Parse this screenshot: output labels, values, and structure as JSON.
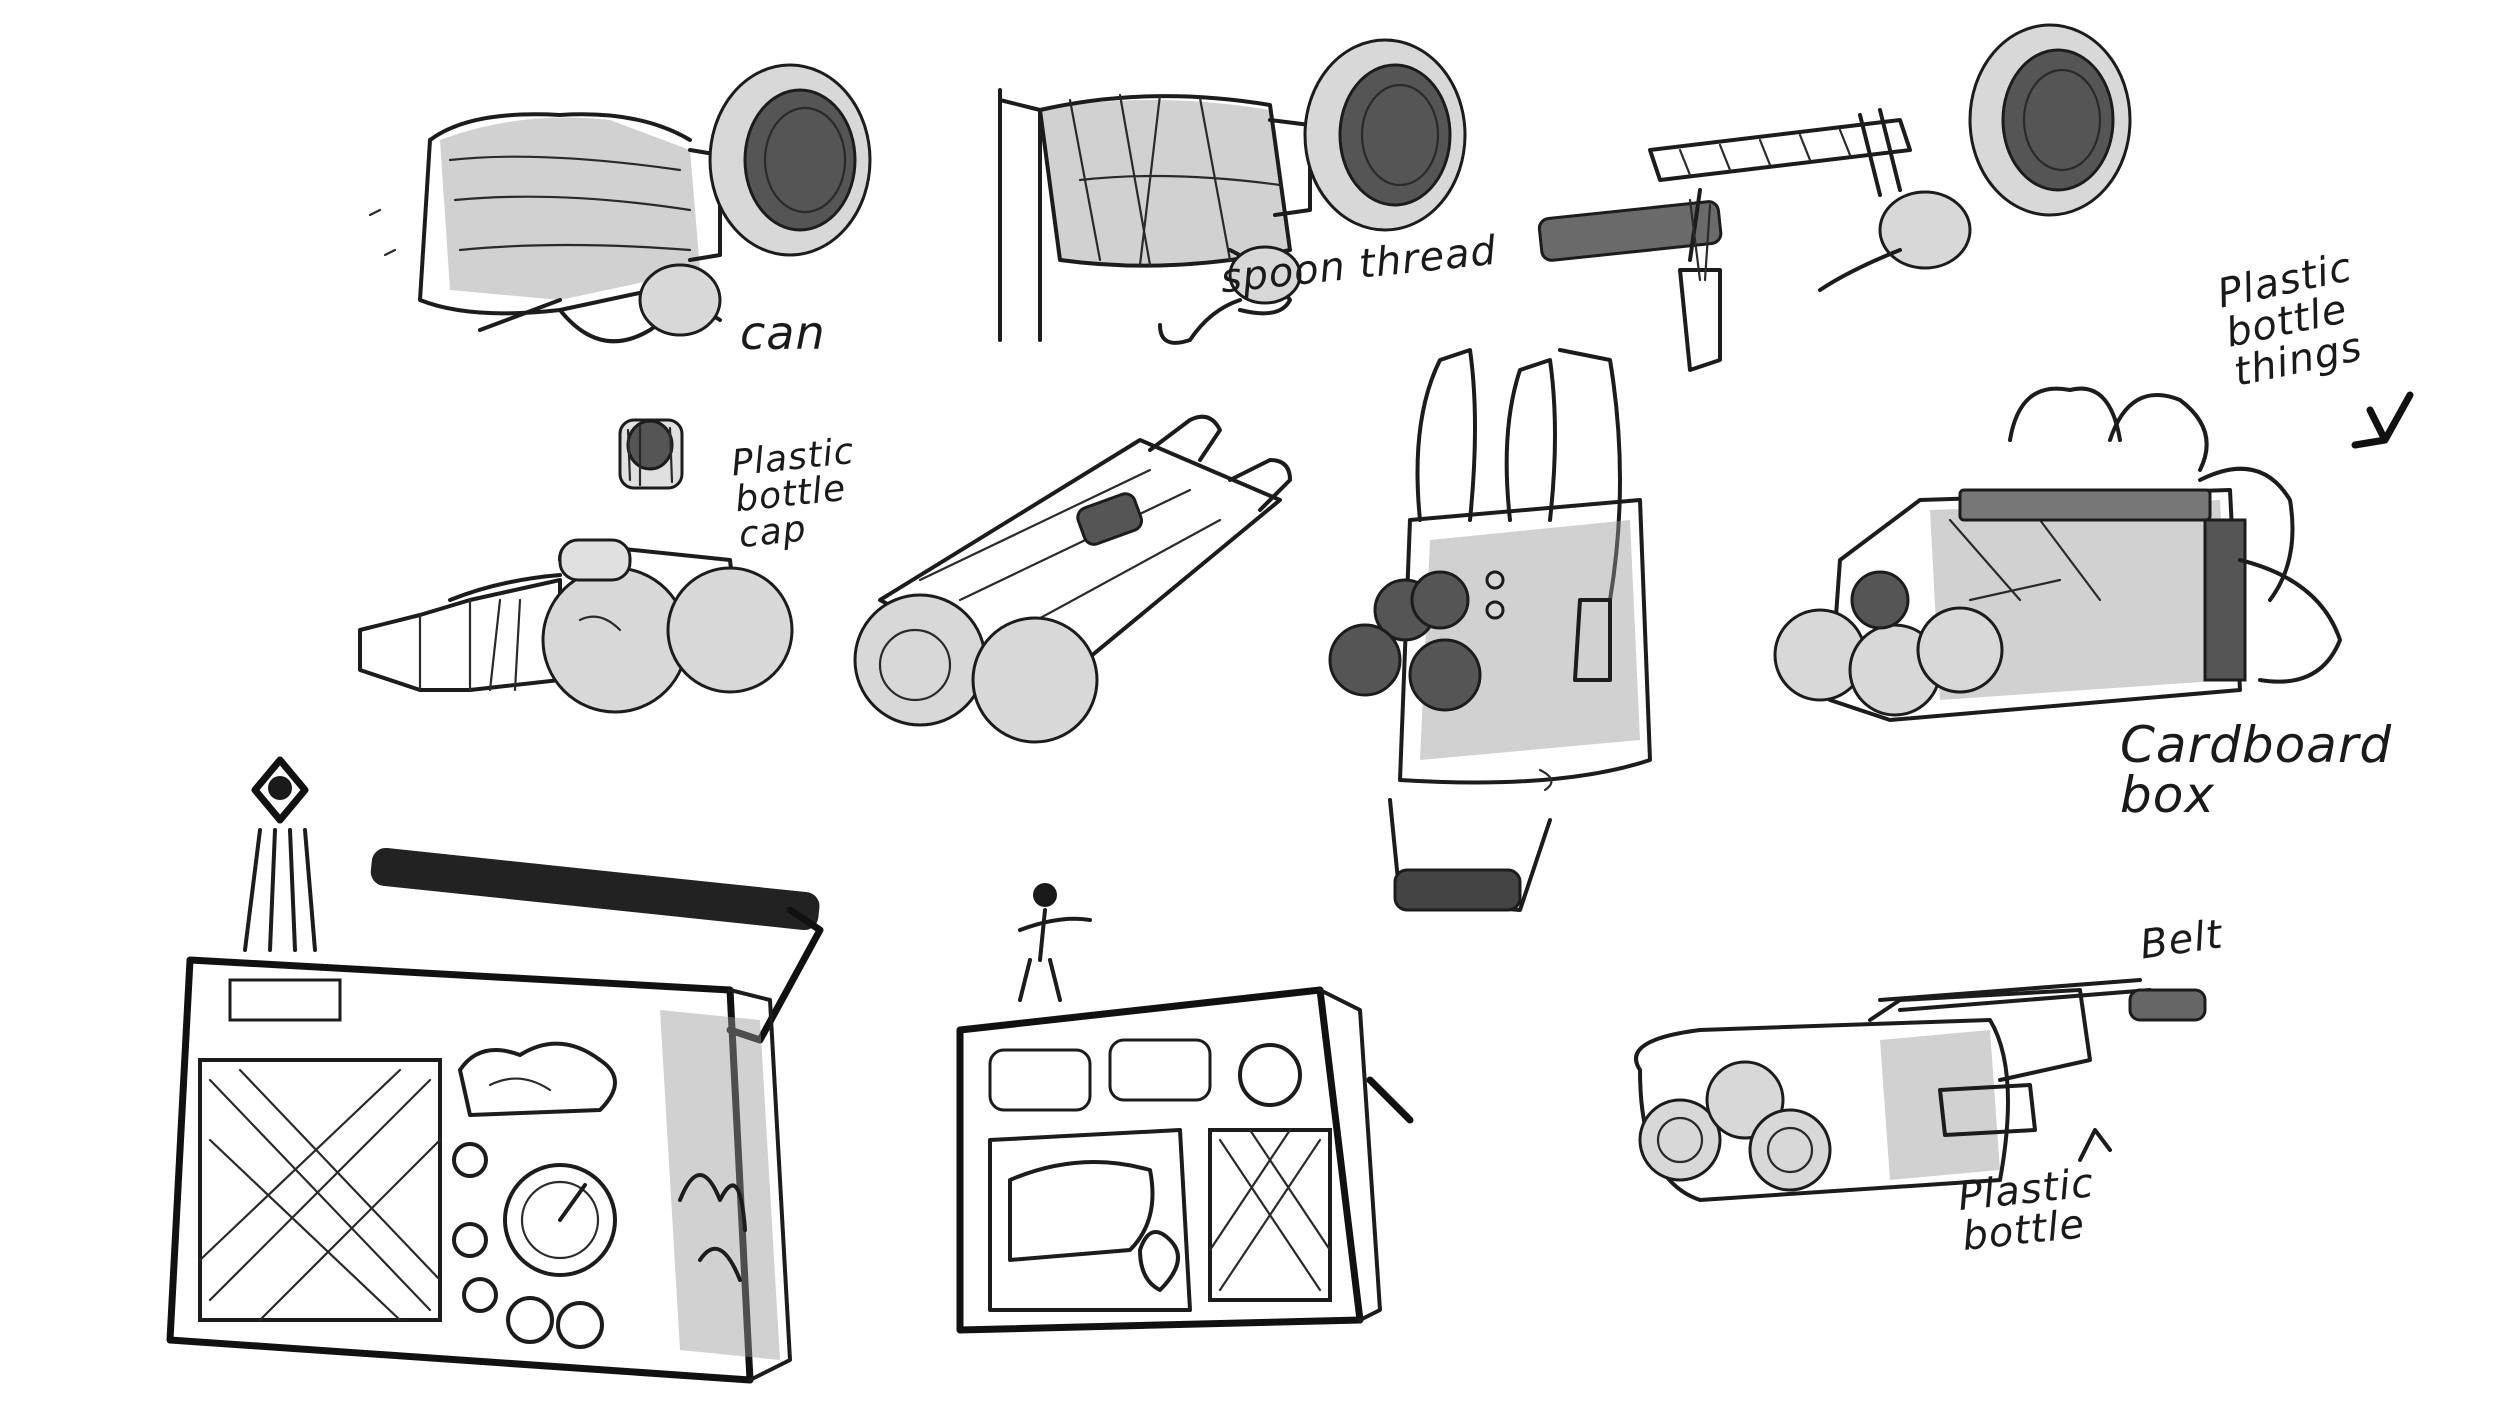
{
  "annotations": {
    "can": "can",
    "spoon_thread": "spoon thread",
    "plastic_bottle_things": "Plastic\nbottle\nthings",
    "plastic_bottle_cap": "Plastic\nbottle\ncap",
    "cardboard_box": "Cardboard\nbox",
    "belt": "Belt",
    "plastic_bottle": "Plastic\nbottle"
  },
  "colors": {
    "ink": "#1c1c1c",
    "paper": "#ffffff",
    "shading": "#9a9a9a"
  }
}
